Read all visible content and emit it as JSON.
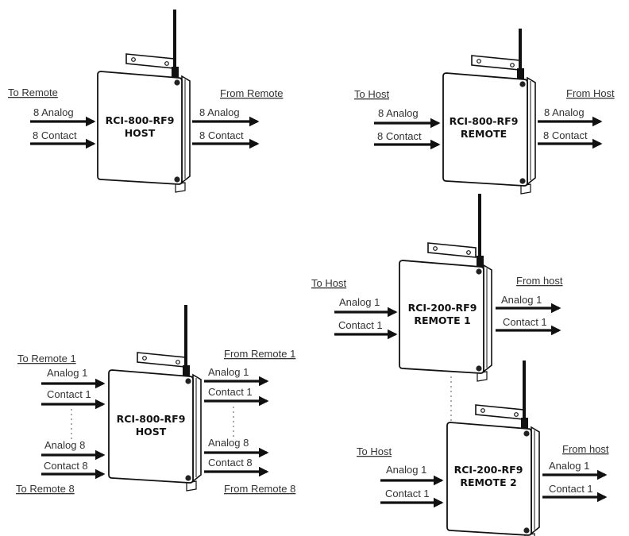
{
  "colors": {
    "line": "#111111",
    "text": "#333333",
    "enclosure_fill": "#ffffff"
  },
  "diagrams": {
    "host_single": {
      "in_title": "To Remote",
      "out_title": "From Remote",
      "in_labels": [
        "8 Analog",
        "8 Contact"
      ],
      "out_labels": [
        "8 Analog",
        "8 Contact"
      ],
      "model": "RCI-800-RF9",
      "role": "HOST"
    },
    "remote_single": {
      "in_title": "To Host",
      "out_title": "From Host",
      "in_labels": [
        "8 Analog",
        "8 Contact"
      ],
      "out_labels": [
        "8 Analog",
        "8 Contact"
      ],
      "model": "RCI-800-RF9",
      "role": "REMOTE"
    },
    "host_multi": {
      "in_title_top": "To Remote 1",
      "in_title_bottom": "To Remote 8",
      "out_title_top": "From Remote 1",
      "out_title_bottom": "From Remote 8",
      "in_labels": [
        "Analog 1",
        "Contact 1",
        "Analog 8",
        "Contact 8"
      ],
      "out_labels": [
        "Analog 1",
        "Contact 1",
        "Analog 8",
        "Contact 8"
      ],
      "model": "RCI-800-RF9",
      "role": "HOST"
    },
    "remote_1": {
      "in_title": "To Host",
      "out_title": "From host",
      "in_labels": [
        "Analog 1",
        "Contact 1"
      ],
      "out_labels": [
        "Analog 1",
        "Contact 1"
      ],
      "model": "RCI-200-RF9",
      "role": "REMOTE 1"
    },
    "remote_2": {
      "in_title": "To Host",
      "out_title": "From host",
      "in_labels": [
        "Analog 1",
        "Contact 1"
      ],
      "out_labels": [
        "Analog 1",
        "Contact 1"
      ],
      "model": "RCI-200-RF9",
      "role": "REMOTE 2"
    }
  }
}
